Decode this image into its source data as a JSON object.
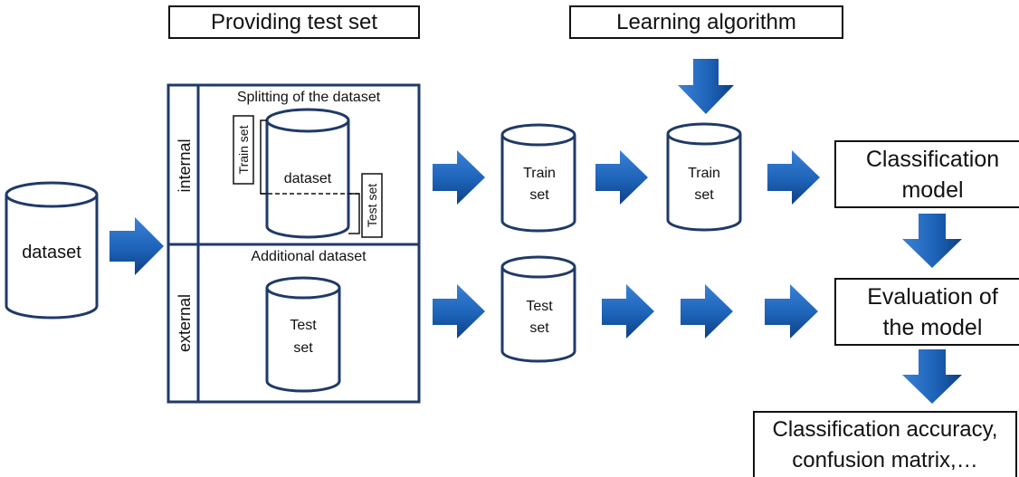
{
  "headers": {
    "providing_test_set": "Providing test set",
    "learning_algorithm": "Learning algorithm"
  },
  "left_dataset_label": "dataset",
  "panel": {
    "internal_label": "internal",
    "external_label": "external",
    "splitting_title": "Splitting of the dataset",
    "inner_dataset_label": "dataset",
    "train_set_bracket": "Train set",
    "test_set_bracket": "Test set",
    "additional_title": "Additional dataset",
    "additional_test_line1": "Test",
    "additional_test_line2": "set"
  },
  "middle": {
    "train_line1": "Train",
    "train_line2": "set",
    "test_line1": "Test",
    "test_line2": "set"
  },
  "algorithm_train": {
    "line1": "Train",
    "line2": "set"
  },
  "classification_model": "Classification\nmodel",
  "evaluation": "Evaluation of\nthe model",
  "results": "Classification accuracy,\nconfusion matrix,…",
  "colors": {
    "arrow": "#1d63b8",
    "arrow_dark": "#0e3f83",
    "line": "#1f3a68",
    "text": "#111111"
  }
}
